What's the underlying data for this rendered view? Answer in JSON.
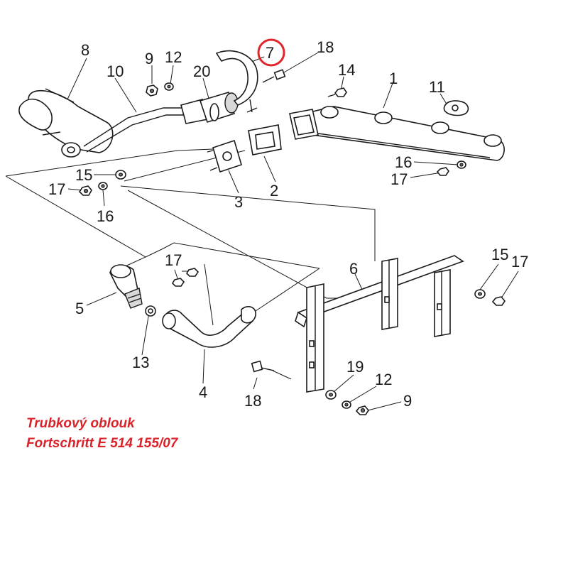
{
  "callouts": {
    "p1": "1",
    "p2": "2",
    "p3": "3",
    "p4": "4",
    "p5": "5",
    "p6": "6",
    "p7": "7",
    "p8": "8",
    "p9a": "9",
    "p9b": "9",
    "p10": "10",
    "p11": "11",
    "p12a": "12",
    "p12b": "12",
    "p13": "13",
    "p14": "14",
    "p15a": "15",
    "p15b": "15",
    "p16a": "16",
    "p16b": "16",
    "p17a": "17",
    "p17b": "17",
    "p17c": "17",
    "p17d": "17",
    "p18a": "18",
    "p18b": "18",
    "p19": "19",
    "p20": "20"
  },
  "highlight": {
    "callout": "7",
    "color": "#e0252b"
  },
  "caption": {
    "line1": "Trubkový oblouk",
    "line2": "Fortschritt E 514 155/07",
    "color": "#d9232a"
  }
}
